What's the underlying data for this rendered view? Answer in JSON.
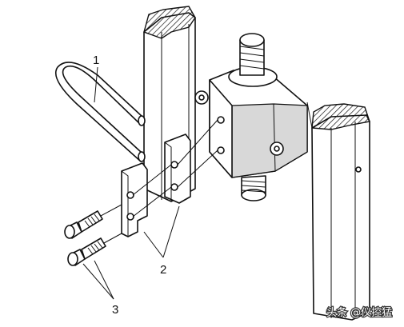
{
  "labels": {
    "part_1": "1",
    "part_2": "2",
    "part_3": "3"
  },
  "watermark": {
    "text": "头条 @仪控猛"
  }
}
